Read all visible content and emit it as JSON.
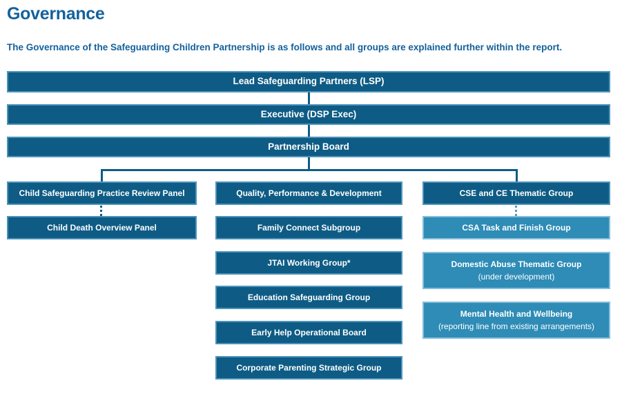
{
  "page": {
    "title": "Governance",
    "intro": "The Governance of the Safeguarding Children Partnership is as follows and all groups are explained further within the report."
  },
  "colors": {
    "dark_box": "#0E5C85",
    "light_box": "#2E8CB6",
    "heading_text": "#14619C",
    "box_text": "#FFFFFF",
    "dark_box_border": "#4E94BA",
    "light_box_border": "#85BEDA"
  },
  "org": {
    "levels": [
      {
        "label": "Lead Safeguarding Partners (LSP)"
      },
      {
        "label": "Executive (DSP Exec)"
      },
      {
        "label": "Partnership Board"
      }
    ],
    "columns": {
      "left": [
        {
          "label": "Child Safeguarding Practice Review Panel"
        },
        {
          "label": "Child Death Overview Panel"
        }
      ],
      "middle": [
        {
          "label": "Quality, Performance & Development"
        },
        {
          "label": "Family Connect Subgroup"
        },
        {
          "label": "JTAI Working Group*"
        },
        {
          "label": "Education Safeguarding Group"
        },
        {
          "label": "Early Help Operational Board"
        },
        {
          "label": "Corporate Parenting Strategic Group"
        }
      ],
      "right": [
        {
          "label": "CSE and CE Thematic Group"
        },
        {
          "label": "CSA Task and Finish Group"
        },
        {
          "label": "Domestic Abuse Thematic Group",
          "sublabel": "(under development)"
        },
        {
          "label": "Mental Health and Wellbeing",
          "sublabel": "(reporting line from existing arrangements)"
        }
      ]
    }
  }
}
